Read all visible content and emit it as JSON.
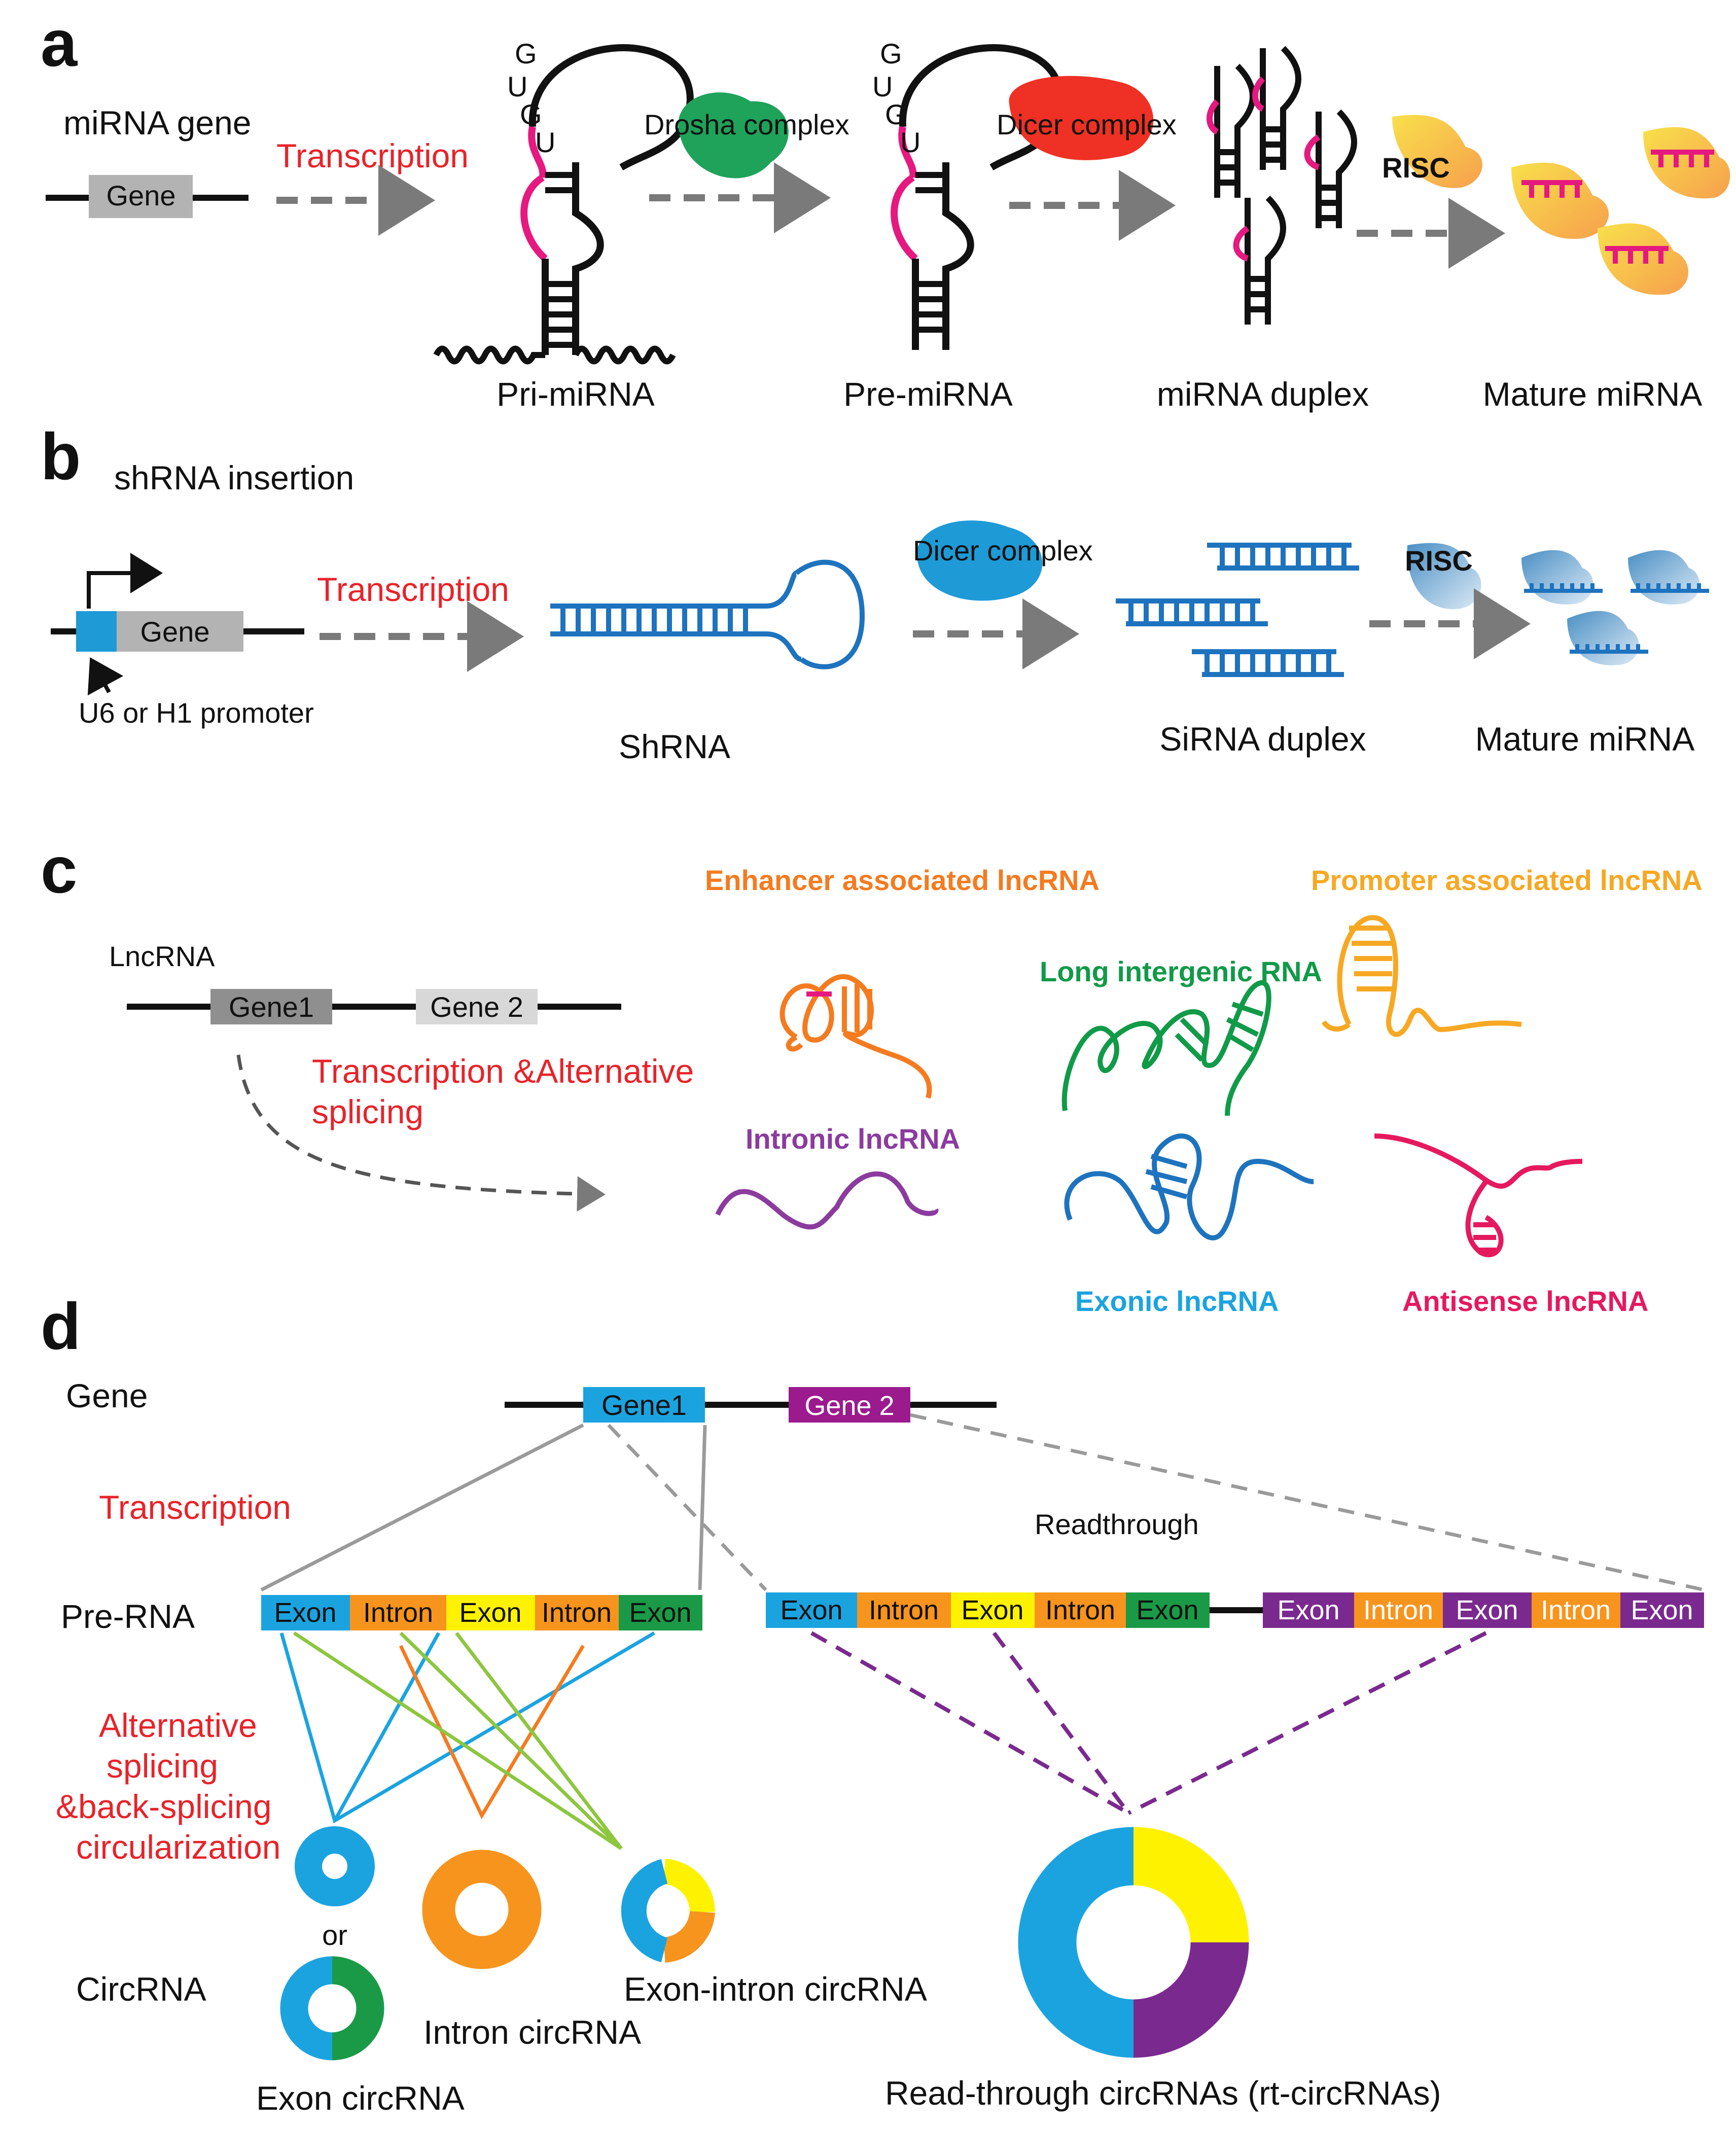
{
  "colors": {
    "black": "#111111",
    "red_text": "#e8232a",
    "dashed_arrow": "#7a7a7a",
    "gene_box": "#b3b3b3",
    "magenta": "#e5197f",
    "drosha": "#1fa25a",
    "dicer": "#ee3124",
    "risc": "#f7c948",
    "blue": "#1e73be",
    "blue_light": "#3aa6dd",
    "orange_lnc": "#f47b20",
    "green_lnc": "#119a48",
    "yellow_lnc": "#f7a823",
    "purple_lnc": "#8b3b9e",
    "pink_lnc": "#e5195e",
    "exon_blue": "#1ba3e0",
    "intron_orange": "#f7941d",
    "exon_yellow": "#fff200",
    "exon_green": "#1a9a47",
    "exon_purple": "#7a2a8e"
  },
  "panel_a": {
    "letter": "a",
    "gene_title": "miRNA gene",
    "gene_box": "Gene",
    "transcription": "Transcription",
    "loop_letters": [
      "G",
      "U",
      "G",
      "U"
    ],
    "drosha": "Drosha complex",
    "dicer": "Dicer complex",
    "risc": "RISC",
    "stages": [
      "Pri-miRNA",
      "Pre-miRNA",
      "miRNA duplex",
      "Mature miRNA"
    ]
  },
  "panel_b": {
    "letter": "b",
    "title": "shRNA insertion",
    "gene_box": "Gene",
    "promoter": "U6 or H1 promoter",
    "transcription": "Transcription",
    "dicer": "Dicer complex",
    "risc": "RISC",
    "stages": [
      "ShRNA",
      "SiRNA duplex",
      "Mature miRNA"
    ]
  },
  "panel_c": {
    "letter": "c",
    "lnc_title": "LncRNA",
    "gene1": "Gene1",
    "gene2": "Gene 2",
    "process_line1": "Transcription &Alternative",
    "process_line2": "splicing",
    "types": {
      "enhancer": "Enhancer associated lncRNA",
      "promoter": "Promoter associated lncRNA",
      "intergenic": "Long intergenic RNA",
      "intronic": "Intronic lncRNA",
      "exonic": "Exonic lncRNA",
      "antisense": "Antisense lncRNA"
    }
  },
  "panel_d": {
    "letter": "d",
    "gene_label": "Gene",
    "gene1": "Gene1",
    "gene2": "Gene 2",
    "transcription": "Transcription",
    "readthrough": "Readthrough",
    "pre_rna": "Pre-RNA",
    "splicing_lines": [
      "Alternative",
      "splicing",
      "&back-splicing",
      "circularization"
    ],
    "circ_label": "CircRNA",
    "or": "or",
    "pre_rna_segments": [
      "Exon",
      "Intron",
      "Exon",
      "Intron",
      "Exon"
    ],
    "readthrough_segments_left": [
      "Exon",
      "Intron",
      "Exon",
      "Intron",
      "Exon"
    ],
    "readthrough_segments_right": [
      "Exon",
      "Intron",
      "Exon",
      "Intron",
      "Exon"
    ],
    "circ_types": {
      "exon": "Exon circRNA",
      "intron": "Intron circRNA",
      "exon_intron": "Exon-intron circRNA",
      "readthrough": "Read-through circRNAs (rt-circRNAs)"
    }
  }
}
